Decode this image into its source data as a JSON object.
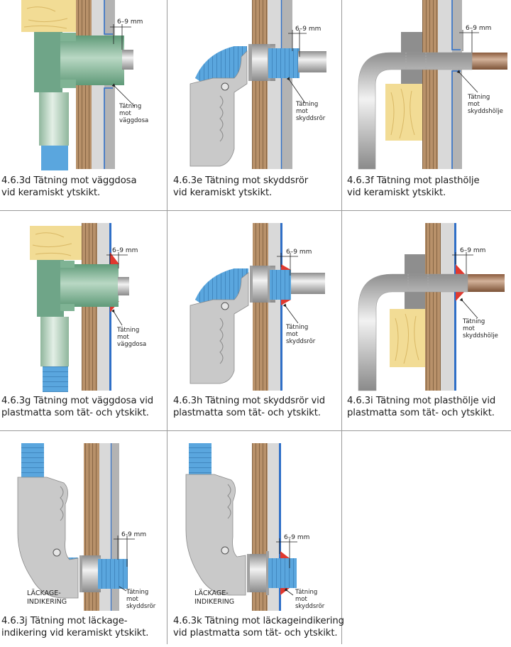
{
  "figures": [
    {
      "id": "4.6.3d",
      "caption": [
        "4.6.3d Tätning mot väggdosa",
        "vid keramiskt ytskikt."
      ],
      "dimension_label": "6–9 mm",
      "callout": [
        "Tätning",
        "mot",
        "väggdosa"
      ],
      "fitting": "väggdosa",
      "surface": "keramiskt ytskikt"
    },
    {
      "id": "4.6.3e",
      "caption": [
        "4.6.3e Tätning mot skyddsrör",
        "vid keramiskt ytskikt."
      ],
      "dimension_label": "6–9 mm",
      "callout": [
        "Tätning",
        "mot",
        "skyddsrör"
      ],
      "fitting": "skyddsrör",
      "surface": "keramiskt ytskikt"
    },
    {
      "id": "4.6.3f",
      "caption": [
        "4.6.3f Tätning mot plasthölje",
        "vid keramiskt ytskikt."
      ],
      "dimension_label": "6–9 mm",
      "callout": [
        "Tätning",
        "mot",
        "skyddshölje"
      ],
      "fitting": "plasthölje",
      "surface": "keramiskt ytskikt"
    },
    {
      "id": "4.6.3g",
      "caption": [
        "4.6.3g Tätning mot väggdosa vid",
        "plastmatta som tät- och ytskikt."
      ],
      "dimension_label": "6–9 mm",
      "callout": [
        "Tätning",
        "mot",
        "väggdosa"
      ],
      "fitting": "väggdosa",
      "surface": "plastmatta"
    },
    {
      "id": "4.6.3h",
      "caption": [
        "4.6.3h Tätning mot skyddsrör vid",
        "plastmatta som tät- och ytskikt."
      ],
      "dimension_label": "6–9 mm",
      "callout": [
        "Tätning",
        "mot",
        "skyddsrör"
      ],
      "fitting": "skyddsrör",
      "surface": "plastmatta"
    },
    {
      "id": "4.6.3i",
      "caption": [
        "4.6.3i Tätning mot plasthölje vid",
        "plastmatta som tät- och ytskikt."
      ],
      "dimension_label": "6–9 mm",
      "callout": [
        "Tätning",
        "mot",
        "skyddshölje"
      ],
      "fitting": "plasthölje",
      "surface": "plastmatta"
    },
    {
      "id": "4.6.3j",
      "caption": [
        "4.6.3j Tätning mot läckage-",
        "indikering vid keramiskt ytskikt."
      ],
      "dimension_label": "6-9 mm",
      "callout": [
        "Tätning",
        "mot",
        "skyddsrör"
      ],
      "side_label": [
        "LÄCKAGE-",
        "INDIKERING"
      ],
      "fitting": "läckageindikering",
      "surface": "keramiskt ytskikt"
    },
    {
      "id": "4.6.3k",
      "caption": [
        "4.6.3k Tätning mot läckageindikering",
        "vid plastmatta som tät- och ytskikt."
      ],
      "dimension_label": "6–9 mm",
      "callout": [
        "Tätning",
        "mot",
        "skyddsrör"
      ],
      "side_label": [
        "LÄCKAGE-",
        "INDIKERING"
      ],
      "fitting": "läckageindikering",
      "surface": "plastmatta"
    }
  ],
  "colors": {
    "wood_panel": "#b8916a",
    "wood_lines": "#7a5a3a",
    "board": "#d9d9d9",
    "tile": "#b3b3b3",
    "membrane_blue": "#2f6fc7",
    "pipe_blue": "#5aa6de",
    "wall_box_green": "#74aa8c",
    "sealant_red": "#e0392f",
    "timber": "#f2dc95",
    "copper": "#a87a5a",
    "grid_line": "#9a9a9a"
  }
}
